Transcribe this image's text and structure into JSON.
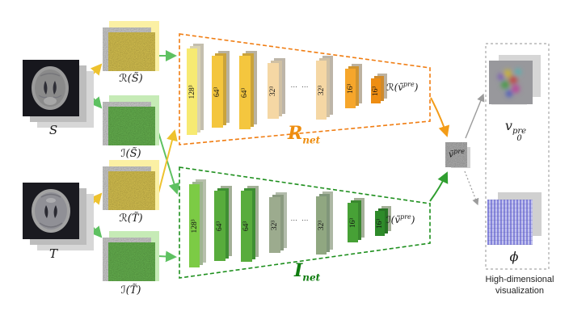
{
  "figure": {
    "source": {
      "label": "S"
    },
    "target": {
      "label": "T"
    },
    "tiles": {
      "rs": {
        "label": "ℛ(S̃)"
      },
      "is": {
        "label": "ℐ(S̃)"
      },
      "rt": {
        "label": "ℛ(T̃)"
      },
      "it": {
        "label": "ℐ(T̃)"
      }
    },
    "rnet": {
      "name_base": "R",
      "name_sub": "net",
      "bars": [
        "128³",
        "64³",
        "64³",
        "32³",
        "32³",
        "16³",
        "16³"
      ],
      "dots": "… …",
      "out_base": "ℛ(ṽ",
      "out_sup": "pre",
      "out_close": ")"
    },
    "inet": {
      "name_base": "I",
      "name_sub": "net",
      "bars": [
        "128³",
        "64³",
        "64³",
        "32³",
        "32³",
        "16³",
        "16³"
      ],
      "dots": "… …",
      "out_base": "ℐ(ṽ",
      "out_sup": "pre",
      "out_close": ")"
    },
    "vpre": {
      "base": "ṽ",
      "sup": "pre"
    },
    "panel": {
      "v0": {
        "base": "v",
        "sub": "0",
        "sup": "pre"
      },
      "phi": "ϕ",
      "caption": "High-dimensional visualization"
    },
    "colors": {
      "rnet_dash": "#f07d12",
      "inet_dash": "#1d8f1d",
      "arrow_yellow": "#eec22e",
      "arrow_green": "#5ec161",
      "arrow_dark_green": "#2f9e2f",
      "arrow_orange": "#f39c18",
      "arrow_gray": "#9b9b9b",
      "panel_dash": "#a8a8a8"
    }
  }
}
